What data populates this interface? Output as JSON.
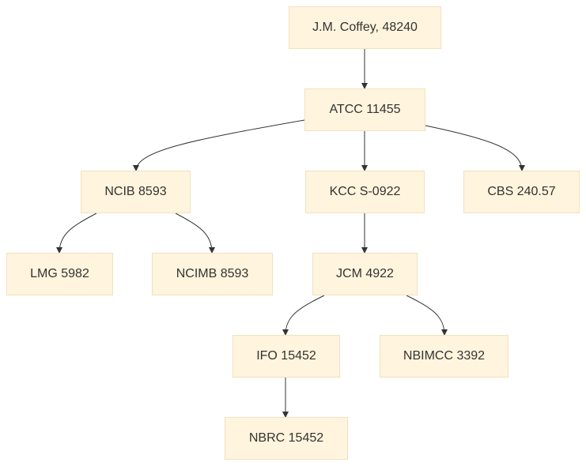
{
  "nodes": {
    "root": "J.M. Coffey, 48240",
    "atcc": "ATCC 11455",
    "ncib": "NCIB 8593",
    "kcc": "KCC S-0922",
    "cbs": "CBS 240.57",
    "lmg": "LMG 5982",
    "ncimb": "NCIMB 8593",
    "jcm": "JCM 4922",
    "ifo": "IFO 15452",
    "nbimcc": "NBIMCC 3392",
    "nbrc": "NBRC 15452"
  },
  "edges": [
    [
      "root",
      "atcc"
    ],
    [
      "atcc",
      "ncib"
    ],
    [
      "atcc",
      "kcc"
    ],
    [
      "atcc",
      "cbs"
    ],
    [
      "ncib",
      "lmg"
    ],
    [
      "ncib",
      "ncimb"
    ],
    [
      "kcc",
      "jcm"
    ],
    [
      "jcm",
      "ifo"
    ],
    [
      "jcm",
      "nbimcc"
    ],
    [
      "ifo",
      "nbrc"
    ]
  ],
  "colors": {
    "node_fill": "#fff4dd",
    "node_border": "#f0e2bd",
    "edge": "#333333",
    "text": "#333333"
  }
}
